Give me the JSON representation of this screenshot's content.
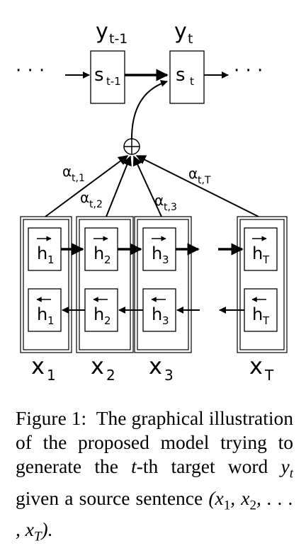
{
  "diagram": {
    "decoder": {
      "outputs": [
        "y",
        "y"
      ],
      "output_subscripts": [
        "t-1",
        "t"
      ],
      "states": [
        "s",
        "s"
      ],
      "state_subscripts": [
        "t-1",
        "t"
      ],
      "ellipsis_left": "· · ·",
      "ellipsis_right": "· · ·"
    },
    "combiner_symbol": "+",
    "attention_weights": [
      {
        "base": "α",
        "sub": "t,1"
      },
      {
        "base": "α",
        "sub": "t,2"
      },
      {
        "base": "α",
        "sub": "t,3"
      },
      {
        "base": "α",
        "sub": "t,T"
      }
    ],
    "encoder": {
      "hidden_base": "h",
      "subscripts": [
        "1",
        "2",
        "3",
        "T"
      ],
      "inputs": [
        "x",
        "x",
        "x",
        "x"
      ],
      "input_subscripts": [
        "1",
        "2",
        "3",
        "T"
      ]
    }
  },
  "caption": {
    "label": "Figure 1:",
    "text_1": "The graphical illustration of the proposed model trying to generate the ",
    "t_var": "t",
    "text_2": "-th target word ",
    "y_var": "y",
    "y_sub": "t",
    "text_3": " given a source sentence ",
    "sequence": "(x",
    "seq_sub_1": "1",
    "seq_mid_1": ", x",
    "seq_sub_2": "2",
    "seq_mid_2": ", . . . , x",
    "seq_sub_T": "T",
    "seq_end": ")."
  }
}
